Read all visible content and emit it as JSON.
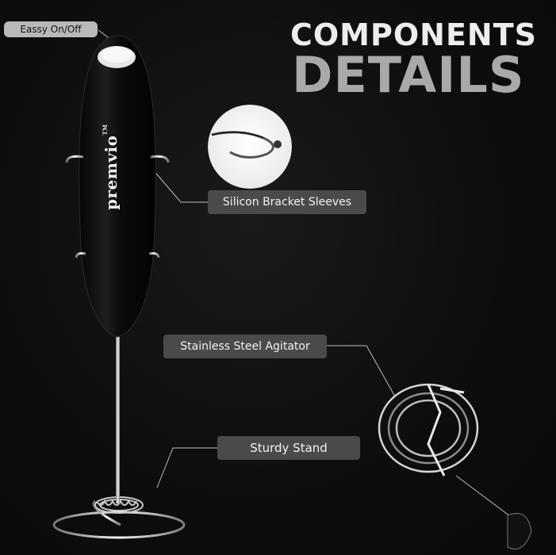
{
  "heading": {
    "line1": "COMPONENTS",
    "line2": "DETAILS"
  },
  "product": {
    "brand": "premvio"
  },
  "callouts": {
    "power": "Eassy On/Off",
    "bracket": "Silicon Bracket Sleeves",
    "agitator": "Stainless Steel Agitator",
    "stand": "Sturdy Stand"
  },
  "colors": {
    "background": "#0e0e0f",
    "pill": "#4a4a4a",
    "pill_light": "#b9b9b9",
    "steel": "#c8c8c8"
  }
}
